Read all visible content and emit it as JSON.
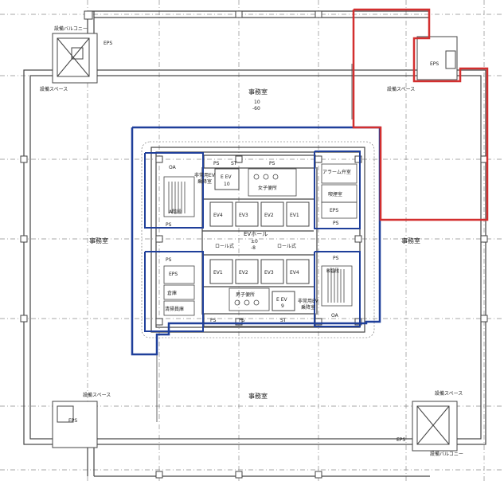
{
  "colors": {
    "line": "#444444",
    "grid": "#7a7a7a",
    "blue": "#1f3f9a",
    "red": "#d32f2f"
  },
  "labels": {
    "office_top": "事務室",
    "office_left": "事務室",
    "office_right": "事務室",
    "office_bottom": "事務室",
    "level_top_a": "10",
    "level_top_b": "-60",
    "ev_hall": "EVホール",
    "ev_hall_level_a": "±0",
    "ev_hall_level_b": "-8",
    "roll_left": "ロール式",
    "roll_right": "ロール式",
    "eps_tl": "EPS",
    "eps_tr": "EPS",
    "eps_bl": "EPS",
    "eps_br": "EPS",
    "balcony_tl": "設備バルコニー",
    "balcony_br": "設備バルコニー",
    "space_tl": "設備スペース",
    "space_tr": "設備スペース",
    "space_bl": "設備スペース",
    "space_br": "設備スペース",
    "oa_tl": "OA",
    "oa_br": "OA",
    "eev10": "E EV",
    "eev10_no": "10",
    "eev9": "E EV",
    "eev9_no": "9",
    "emergency_ev_top": "非常用EV",
    "emergency_ev_top2": "乗降室",
    "emergency_ev_bot": "非常用EV",
    "emergency_ev_bot2": "乗降室",
    "ps_top": "PS",
    "st_top": "ST",
    "ps_top2": "PS",
    "ps_left_top": "PS",
    "ps_left_bot": "PS",
    "ps_right_top": "PS",
    "ps_right_bot": "PS",
    "ps_bottom": "PS",
    "st_bottom": "ST",
    "ps_bottom2": "PS",
    "eps_core_l": "EPS",
    "eps_core_r": "EPS",
    "female_wc": "女子便所",
    "male_wc": "男子便所",
    "stairs_l": "A階段",
    "stairs_r": "B階段",
    "storage": "倉庫",
    "cleaning": "清掃員庫",
    "smoking": "喫煙室",
    "ventroom": "アラーム弁室",
    "ev_top": [
      "EV4",
      "EV3",
      "EV2",
      "EV1"
    ],
    "ev_bot": [
      "EV1",
      "EV2",
      "EV3",
      "EV4"
    ]
  }
}
